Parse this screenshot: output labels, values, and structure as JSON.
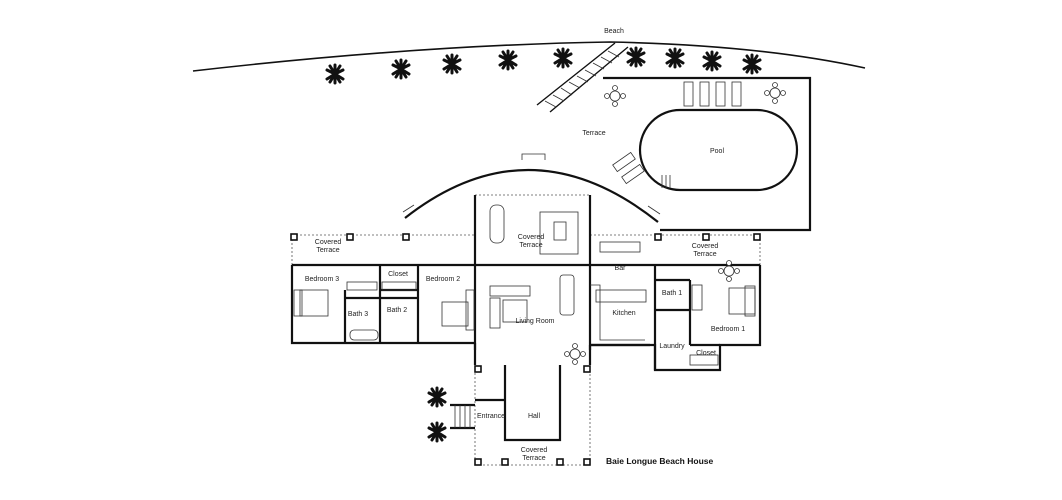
{
  "title": "Baie Longue Beach House",
  "labels": {
    "beach": "Beach",
    "terrace": "Terrace",
    "pool": "Pool",
    "covered_terrace_left": [
      "Covered",
      "Terrace"
    ],
    "covered_terrace_center": [
      "Covered",
      "Terrace"
    ],
    "covered_terrace_right": [
      "Covered",
      "Terrace"
    ],
    "covered_terrace_bottom": [
      "Covered",
      "Terrace"
    ],
    "bedroom3": "Bedroom 3",
    "closet_left": "Closet",
    "bedroom2": "Bedroom 2",
    "bath3": "Bath 3",
    "bath2": "Bath 2",
    "living_room": "Living Room",
    "bar": "Bar",
    "kitchen": "Kitchen",
    "bath1": "Bath 1",
    "bedroom1": "Bedroom 1",
    "laundry": "Laundry",
    "closet_right": "Closet",
    "entrance": "Entrance",
    "hall": "Hall"
  }
}
